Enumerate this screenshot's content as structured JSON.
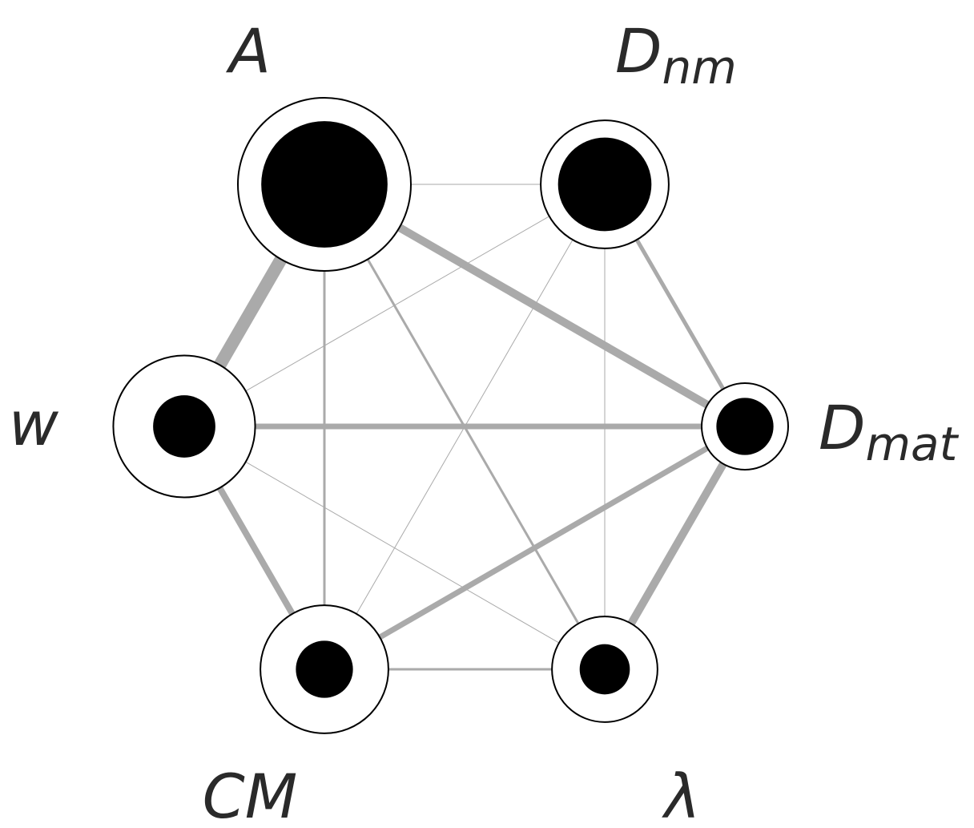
{
  "diagram": {
    "nodes": [
      {
        "id": "A",
        "label": "A",
        "subscript": "",
        "outer": 1.0,
        "inner": 0.73
      },
      {
        "id": "Dnm",
        "label": "D",
        "subscript": "nm",
        "outer": 0.74,
        "inner": 0.54
      },
      {
        "id": "Dmat",
        "label": "D",
        "subscript": "mat",
        "outer": 0.5,
        "inner": 0.33
      },
      {
        "id": "lambda",
        "label": "λ",
        "subscript": "",
        "outer": 0.61,
        "inner": 0.29
      },
      {
        "id": "CM",
        "label": "CM",
        "subscript": "",
        "outer": 0.74,
        "inner": 0.33
      },
      {
        "id": "w",
        "label": "w",
        "subscript": "",
        "outer": 0.82,
        "inner": 0.36
      }
    ],
    "edges": [
      {
        "from": "A",
        "to": "Dnm",
        "weight": 1
      },
      {
        "from": "A",
        "to": "Dmat",
        "weight": 10
      },
      {
        "from": "A",
        "to": "lambda",
        "weight": 3
      },
      {
        "from": "A",
        "to": "CM",
        "weight": 3
      },
      {
        "from": "A",
        "to": "w",
        "weight": 16
      },
      {
        "from": "Dnm",
        "to": "Dmat",
        "weight": 5
      },
      {
        "from": "Dnm",
        "to": "lambda",
        "weight": 1
      },
      {
        "from": "Dnm",
        "to": "CM",
        "weight": 1
      },
      {
        "from": "Dnm",
        "to": "w",
        "weight": 1
      },
      {
        "from": "Dmat",
        "to": "lambda",
        "weight": 10
      },
      {
        "from": "Dmat",
        "to": "CM",
        "weight": 7
      },
      {
        "from": "Dmat",
        "to": "w",
        "weight": 7
      },
      {
        "from": "lambda",
        "to": "CM",
        "weight": 3
      },
      {
        "from": "lambda",
        "to": "w",
        "weight": 1
      },
      {
        "from": "CM",
        "to": "w",
        "weight": 8
      }
    ],
    "colors": {
      "edge": "#aaaaaa",
      "node_outline": "#000000",
      "node_fill": "#ffffff",
      "node_core": "#000000",
      "label": "#2a2a2a"
    }
  }
}
